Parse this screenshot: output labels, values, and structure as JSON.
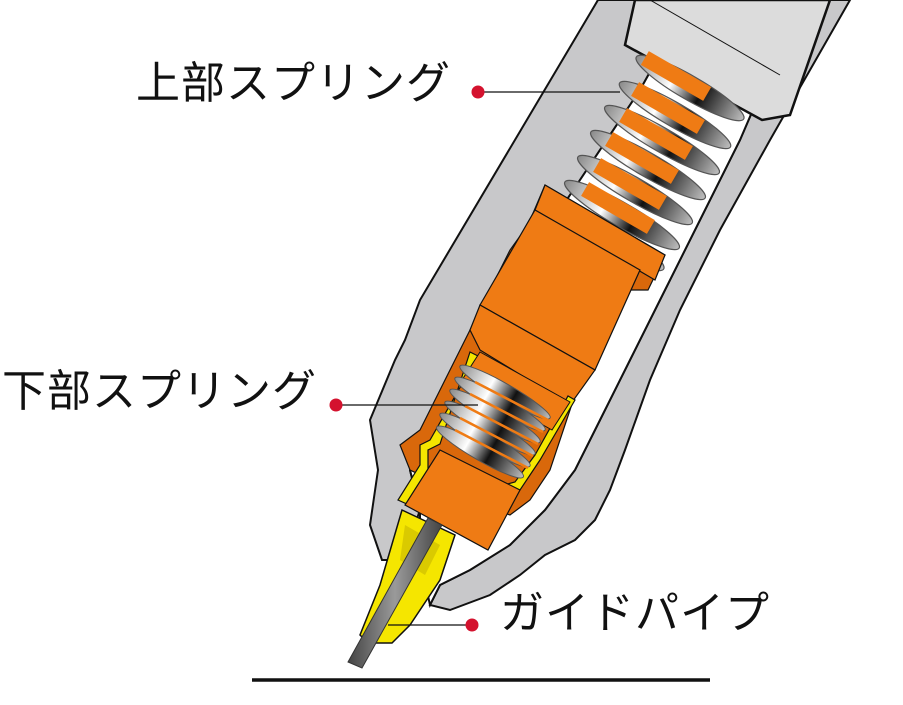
{
  "diagram": {
    "subject": "mechanical pencil tip cutaway",
    "labels": {
      "upper_spring": "上部スプリング",
      "lower_spring": "下部スプリング",
      "guide_pipe": "ガイドパイプ"
    },
    "colors": {
      "barrel": "#c8c8ca",
      "chuck": "#ef7b14",
      "chuck_dark": "#d9680b",
      "guide_yellow": "#f5e600",
      "spring": "#d0d0d0",
      "lead": "#6e6e6e",
      "pointer_dot": "#d4122e",
      "outline": "#111111",
      "inner_cap": "#dcdcdc"
    }
  }
}
